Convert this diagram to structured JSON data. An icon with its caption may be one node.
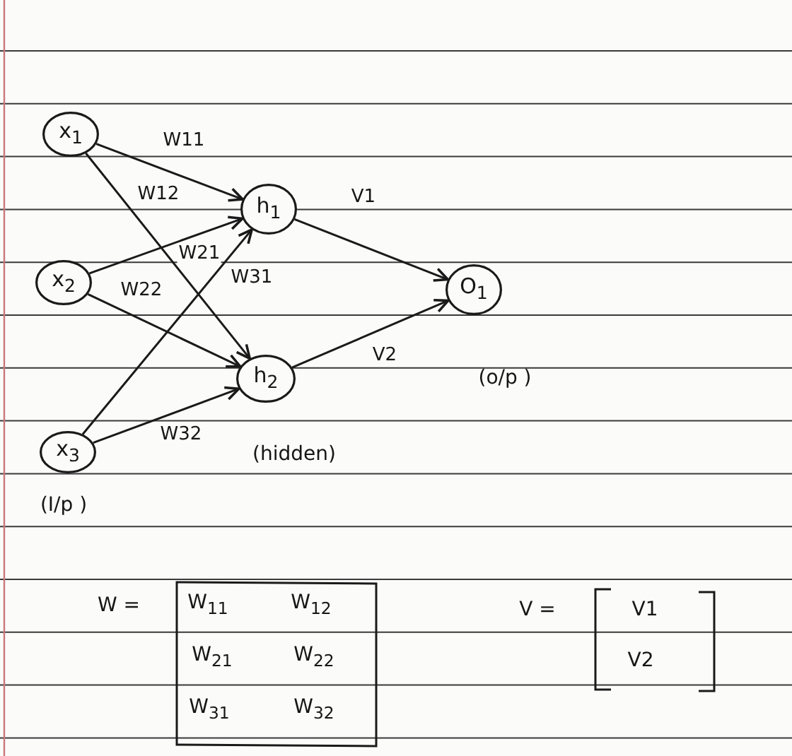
{
  "diagram": {
    "nodes": [
      {
        "text": [
          "x$_{1}$"
        ]
      },
      {
        "text": [
          "x$_{2}$"
        ]
      },
      {
        "text": [
          "x$_{3}$"
        ]
      },
      {
        "text": [
          "h$_{1}$"
        ]
      },
      {
        "text": [
          "h$_{2}$"
        ]
      },
      {
        "text": [
          "O$_{1}$"
        ]
      }
    ],
    "edges": [
      {
        "from": 0,
        "to": 3,
        "arrow": "to",
        "label": "W11"
      },
      {
        "from": 0,
        "to": 4,
        "arrow": "to",
        "label": "W12"
      },
      {
        "from": 1,
        "to": 3,
        "arrow": "to",
        "label": "W21"
      },
      {
        "from": 1,
        "to": 4,
        "arrow": "to",
        "label": "W22"
      },
      {
        "from": 2,
        "to": 3,
        "arrow": "to",
        "label": "W31"
      },
      {
        "from": 2,
        "to": 4,
        "arrow": "to",
        "label": "W32"
      },
      {
        "from": 3,
        "to": 5,
        "arrow": "to",
        "label": "V1"
      },
      {
        "from": 4,
        "to": 5,
        "arrow": "to",
        "label": "V2"
      }
    ],
    "labels": [
      "(o/p )",
      "(hidden)",
      "(I/p )",
      "W =",
      "W$_{11}$",
      "W$_{12}$",
      "W$_{21}$",
      "W$_{22}$",
      "W$_{31}$",
      "W$_{32}$",
      "V =",
      "V1",
      "V2"
    ]
  }
}
